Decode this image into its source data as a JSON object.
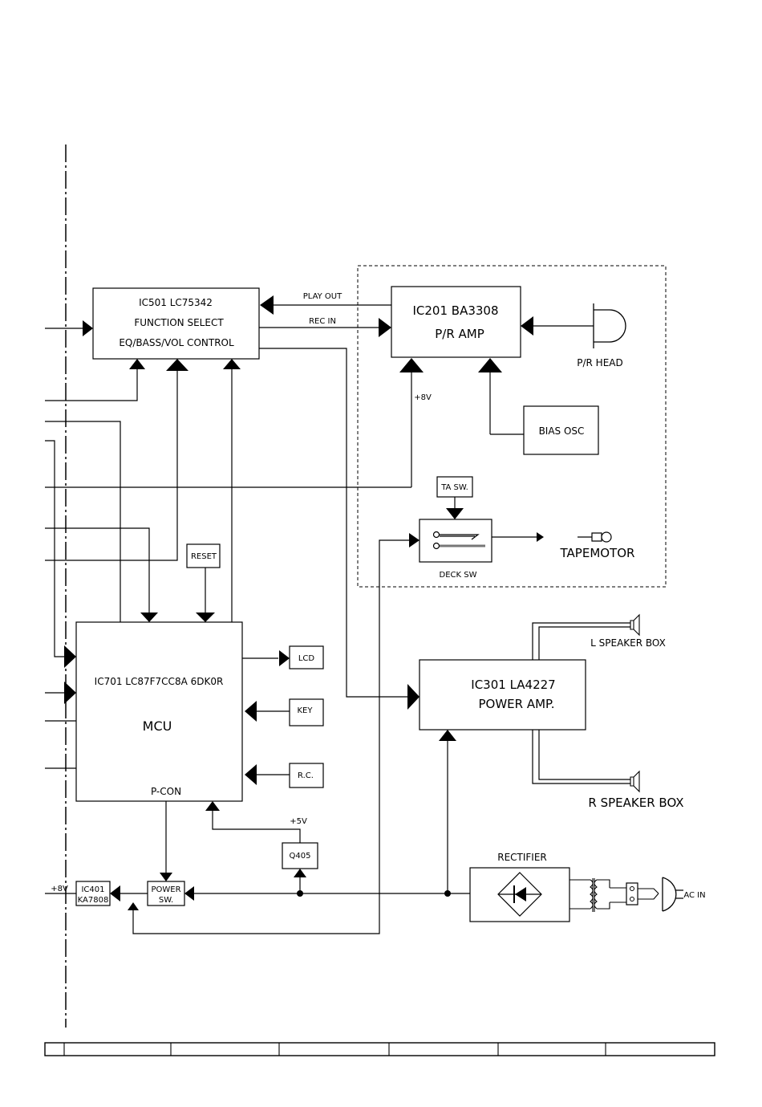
{
  "ic501": {
    "line1": "IC501  LC75342",
    "line2": "FUNCTION SELECT",
    "line3": "EQ/BASS/VOL  CONTROL"
  },
  "ic201": {
    "line1": "IC201   BA3308",
    "line2": "P/R  AMP"
  },
  "ic701": {
    "line1": "IC701   LC87F7CC8A  6DK0R",
    "line2": "MCU",
    "line3": "P-CON"
  },
  "ic301": {
    "line1": "IC301 LA4227",
    "line2": "POWER AMP."
  },
  "ic401": {
    "line1": "IC401",
    "line2": "KA7808"
  },
  "signals": {
    "play_out": "PLAY OUT",
    "rec_in": "REC IN",
    "plus8v_top": "+8V",
    "plus5v": "+5V",
    "plus8v_left": "+8V"
  },
  "blocks": {
    "bias_osc": "BIAS   OSC",
    "ta_sw": "TA SW.",
    "deck_sw": "DECK SW",
    "reset": "RESET",
    "lcd": "LCD",
    "key": "KEY",
    "rc": "R.C.",
    "q405": "Q405",
    "power_sw_1": "POWER",
    "power_sw_2": "SW.",
    "rectifier": "RECTIFIER"
  },
  "components": {
    "pr_head": "P/R HEAD",
    "tapemotor": "TAPEMOTOR",
    "l_speaker": "L SPEAKER BOX",
    "r_speaker": "R SPEAKER BOX",
    "ac_in": "AC IN"
  }
}
